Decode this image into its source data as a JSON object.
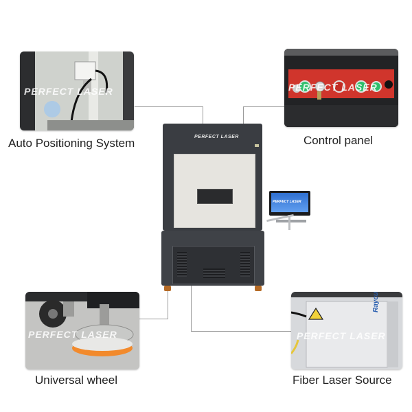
{
  "brand": {
    "watermark": "PERFECT LASER",
    "machine_logo": "PERFECT LASER",
    "monitor_logo": "PERFECT LASER",
    "source_brand": "Raycus"
  },
  "callouts": [
    {
      "id": "auto-positioning",
      "label": "Auto Positioning System"
    },
    {
      "id": "control-panel",
      "label": "Control panel"
    },
    {
      "id": "universal-wheel",
      "label": "Universal wheel"
    },
    {
      "id": "fiber-laser-source",
      "label": "Fiber Laser Source"
    }
  ],
  "colors": {
    "cabinet": "#3a3d42",
    "door": "#e6e4df",
    "panel_red": "#d0352c",
    "leader_line": "#9a9a9a",
    "wheel_orange": "#f28a2c"
  }
}
